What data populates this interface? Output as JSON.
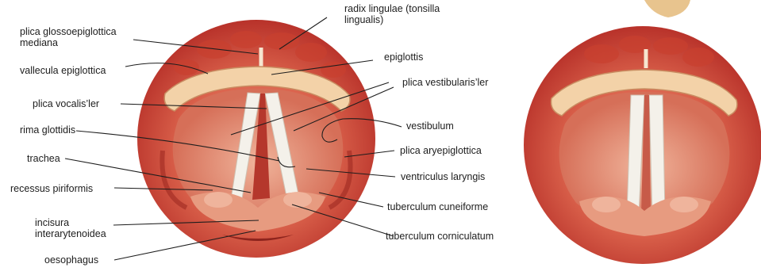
{
  "figure": {
    "colors": {
      "mucosa_dark": "#b8322a",
      "mucosa_mid": "#d9604a",
      "mucosa_light": "#efa58a",
      "epiglottis": "#f3d2a8",
      "cords": "#f4f1ea",
      "leader_line": "#1d1d1d"
    },
    "labels": {
      "radix_lingulae": [
        "radix lingulae (tonsilla",
        "lingualis)"
      ],
      "plica_glossoepiglottica": [
        "plica  glossoepiglottica",
        "mediana"
      ],
      "vallecula": "vallecula epiglottica",
      "epiglottis": "epiglottis",
      "plica_vestibularis": "plica vestibularis’ler",
      "plica_vocalis": "plica vocalis’ler",
      "vestibulum": "vestibulum",
      "rima_glottidis": "rima glottidis",
      "plica_aryepiglottica": "plica aryepiglottica",
      "trachea": "trachea",
      "ventriculus": "ventriculus laryngis",
      "recessus": "recessus piriformis",
      "tuberculum_cuneiforme": "tuberculum cuneiforme",
      "incisura": [
        "incisura",
        "interarytenoidea"
      ],
      "tuberculum_corniculatum": "tuberculum corniculatum",
      "oesophagus": "oesophagus"
    }
  }
}
